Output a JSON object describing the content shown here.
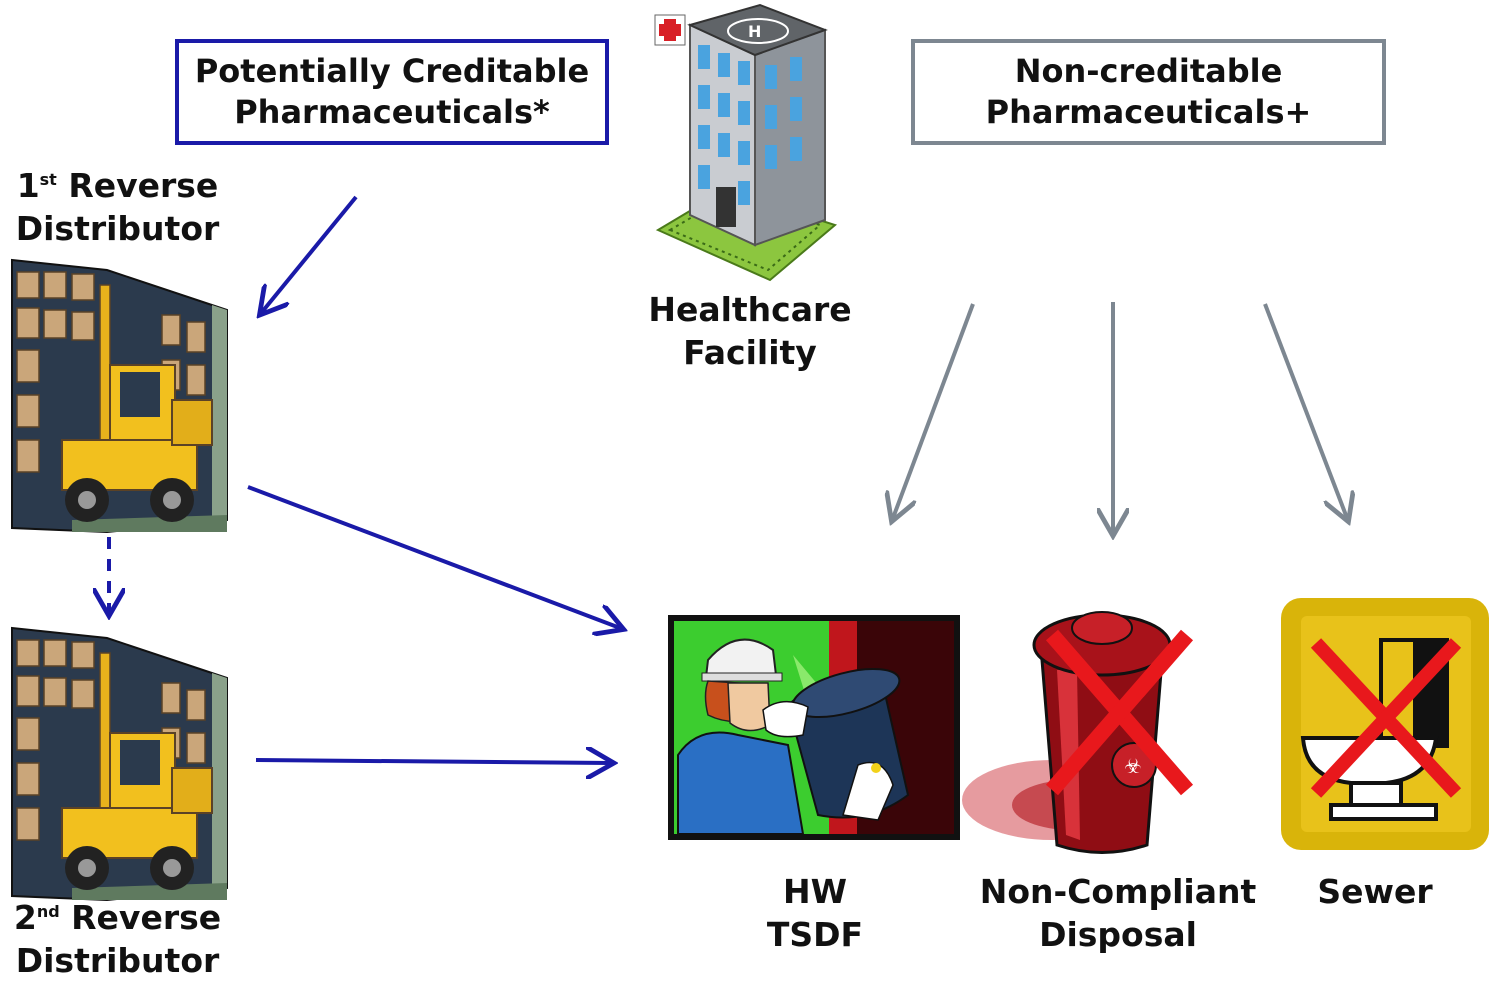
{
  "boxes": {
    "creditable": {
      "line1": "Potentially Creditable",
      "line2": "Pharmaceuticals*"
    },
    "noncreditable": {
      "line1": "Non-creditable",
      "line2": "Pharmaceuticals+"
    }
  },
  "facility": {
    "line1": "Healthcare",
    "line2": "Facility"
  },
  "distributor1": {
    "ordinal": "1",
    "suffix": "st",
    "line1_rest": " Reverse",
    "line2": "Distributor"
  },
  "distributor2": {
    "ordinal": "2",
    "suffix": "nd",
    "line1_rest": " Reverse",
    "line2": "Distributor"
  },
  "destinations": {
    "hw": {
      "line1": "HW",
      "line2": "TSDF"
    },
    "noncompliant": {
      "line1": "Non-Compliant",
      "line2": "Disposal"
    },
    "sewer": {
      "line1": "Sewer"
    }
  },
  "colors": {
    "creditable_flow": "#1a1aa8",
    "noncreditable_flow": "#7d8791",
    "cross": "#e8181c"
  },
  "icons": [
    "hospital-building-icon",
    "warehouse-forklift-icon",
    "hazmat-worker-barrel-icon",
    "biohazard-trash-can-icon",
    "toilet-sign-icon"
  ]
}
